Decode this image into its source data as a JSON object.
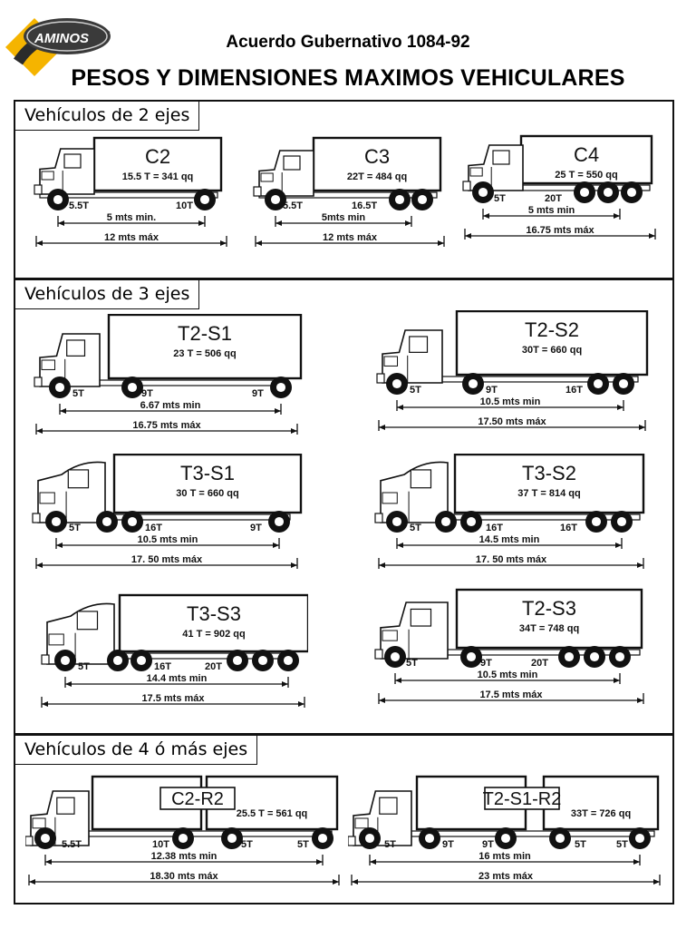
{
  "header": {
    "logo_text": "AMINOS",
    "subtitle": "Acuerdo Gubernativo 1084-92",
    "title": "PESOS Y DIMENSIONES MAXIMOS VEHICULARES"
  },
  "colors": {
    "ink": "#111111",
    "logo_yellow": "#f5b400",
    "logo_dark": "#2b2b2b"
  },
  "sections": [
    {
      "label": "Vehículos de 2 ejes",
      "vehicles": [
        {
          "code": "C2",
          "weight": "15.5 T = 341 qq",
          "min": "5 mts min.",
          "max": "12 mts máx",
          "axle_loads": [
            "5.5T",
            "10T"
          ]
        },
        {
          "code": "C3",
          "weight": "22T = 484 qq",
          "min": "5mts min",
          "max": "12 mts máx",
          "axle_loads": [
            "5.5T",
            "16.5T"
          ]
        },
        {
          "code": "C4",
          "weight": "25 T = 550 qq",
          "min": "5 mts min",
          "max": "16.75 mts máx",
          "axle_loads": [
            "5T",
            "20T"
          ]
        }
      ]
    },
    {
      "label": "Vehículos de 3 ejes",
      "vehicles": [
        {
          "code": "T2-S1",
          "weight": "23 T = 506 qq",
          "min": "6.67 mts min",
          "max": "16.75 mts máx",
          "axle_loads": [
            "5T",
            "9T",
            "9T"
          ]
        },
        {
          "code": "T2-S2",
          "weight": "30T = 660 qq",
          "min": "10.5 mts min",
          "max": "17.50 mts máx",
          "axle_loads": [
            "5T",
            "9T",
            "16T"
          ]
        },
        {
          "code": "T3-S1",
          "weight": "30 T = 660 qq",
          "min": "10.5 mts min",
          "max": "17. 50 mts máx",
          "axle_loads": [
            "5T",
            "16T",
            "9T"
          ]
        },
        {
          "code": "T3-S2",
          "weight": "37 T = 814 qq",
          "min": "14.5 mts min",
          "max": "17. 50 mts máx",
          "axle_loads": [
            "5T",
            "16T",
            "16T"
          ]
        },
        {
          "code": "T3-S3",
          "weight": "41 T = 902 qq",
          "min": "14.4 mts min",
          "max": "17.5 mts máx",
          "axle_loads": [
            "5T",
            "16T",
            "20T"
          ]
        },
        {
          "code": "T2-S3",
          "weight": "34T = 748 qq",
          "min": "10.5 mts min",
          "max": "17.5 mts máx",
          "axle_loads": [
            "5T",
            "9T",
            "20T"
          ]
        }
      ]
    },
    {
      "label": "Vehículos de 4  ó más ejes",
      "vehicles": [
        {
          "code": "C2-R2",
          "weight": "25.5 T = 561 qq",
          "min": "12.38 mts min",
          "max": "18.30 mts máx",
          "axle_loads": [
            "5.5T",
            "10T",
            "5T",
            "5T"
          ]
        },
        {
          "code": "T2-S1-R2",
          "weight": "33T = 726 qq",
          "min": "16 mts min",
          "max": "23 mts máx",
          "axle_loads": [
            "5T",
            "9T",
            "9T",
            "5T",
            "5T"
          ]
        }
      ]
    }
  ]
}
